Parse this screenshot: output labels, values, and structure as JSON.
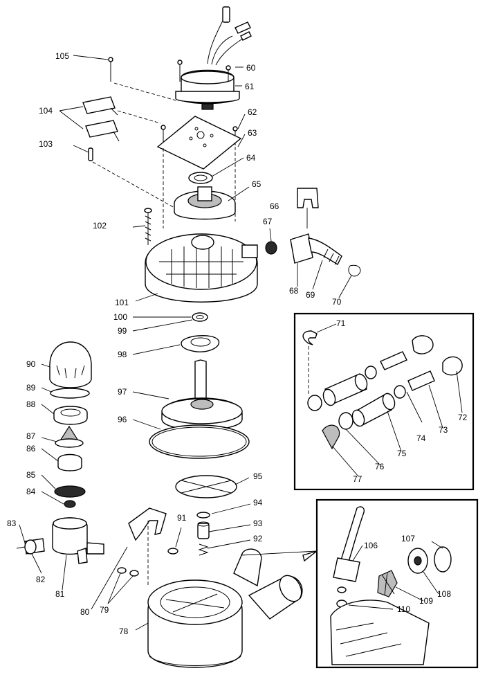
{
  "labels": {
    "l60": "60",
    "l61": "61",
    "l62": "62",
    "l63": "63",
    "l64": "64",
    "l65": "65",
    "l66": "66",
    "l67": "67",
    "l68": "68",
    "l69": "69",
    "l70": "70",
    "l71": "71",
    "l72": "72",
    "l73": "73",
    "l74": "74",
    "l75": "75",
    "l76": "76",
    "l77": "77",
    "l78": "78",
    "l79": "79",
    "l80": "80",
    "l81": "81",
    "l82": "82",
    "l83": "83",
    "l84": "84",
    "l85": "85",
    "l86": "86",
    "l87": "87",
    "l88": "88",
    "l89": "89",
    "l90": "90",
    "l91": "91",
    "l92": "92",
    "l93": "93",
    "l94": "94",
    "l95": "95",
    "l96": "96",
    "l97": "97",
    "l98": "98",
    "l99": "99",
    "l100": "100",
    "l101": "101",
    "l102": "102",
    "l103": "103",
    "l104": "104",
    "l105": "105",
    "l106": "106",
    "l107": "107",
    "l108": "108",
    "l109": "109",
    "l110": "110"
  }
}
